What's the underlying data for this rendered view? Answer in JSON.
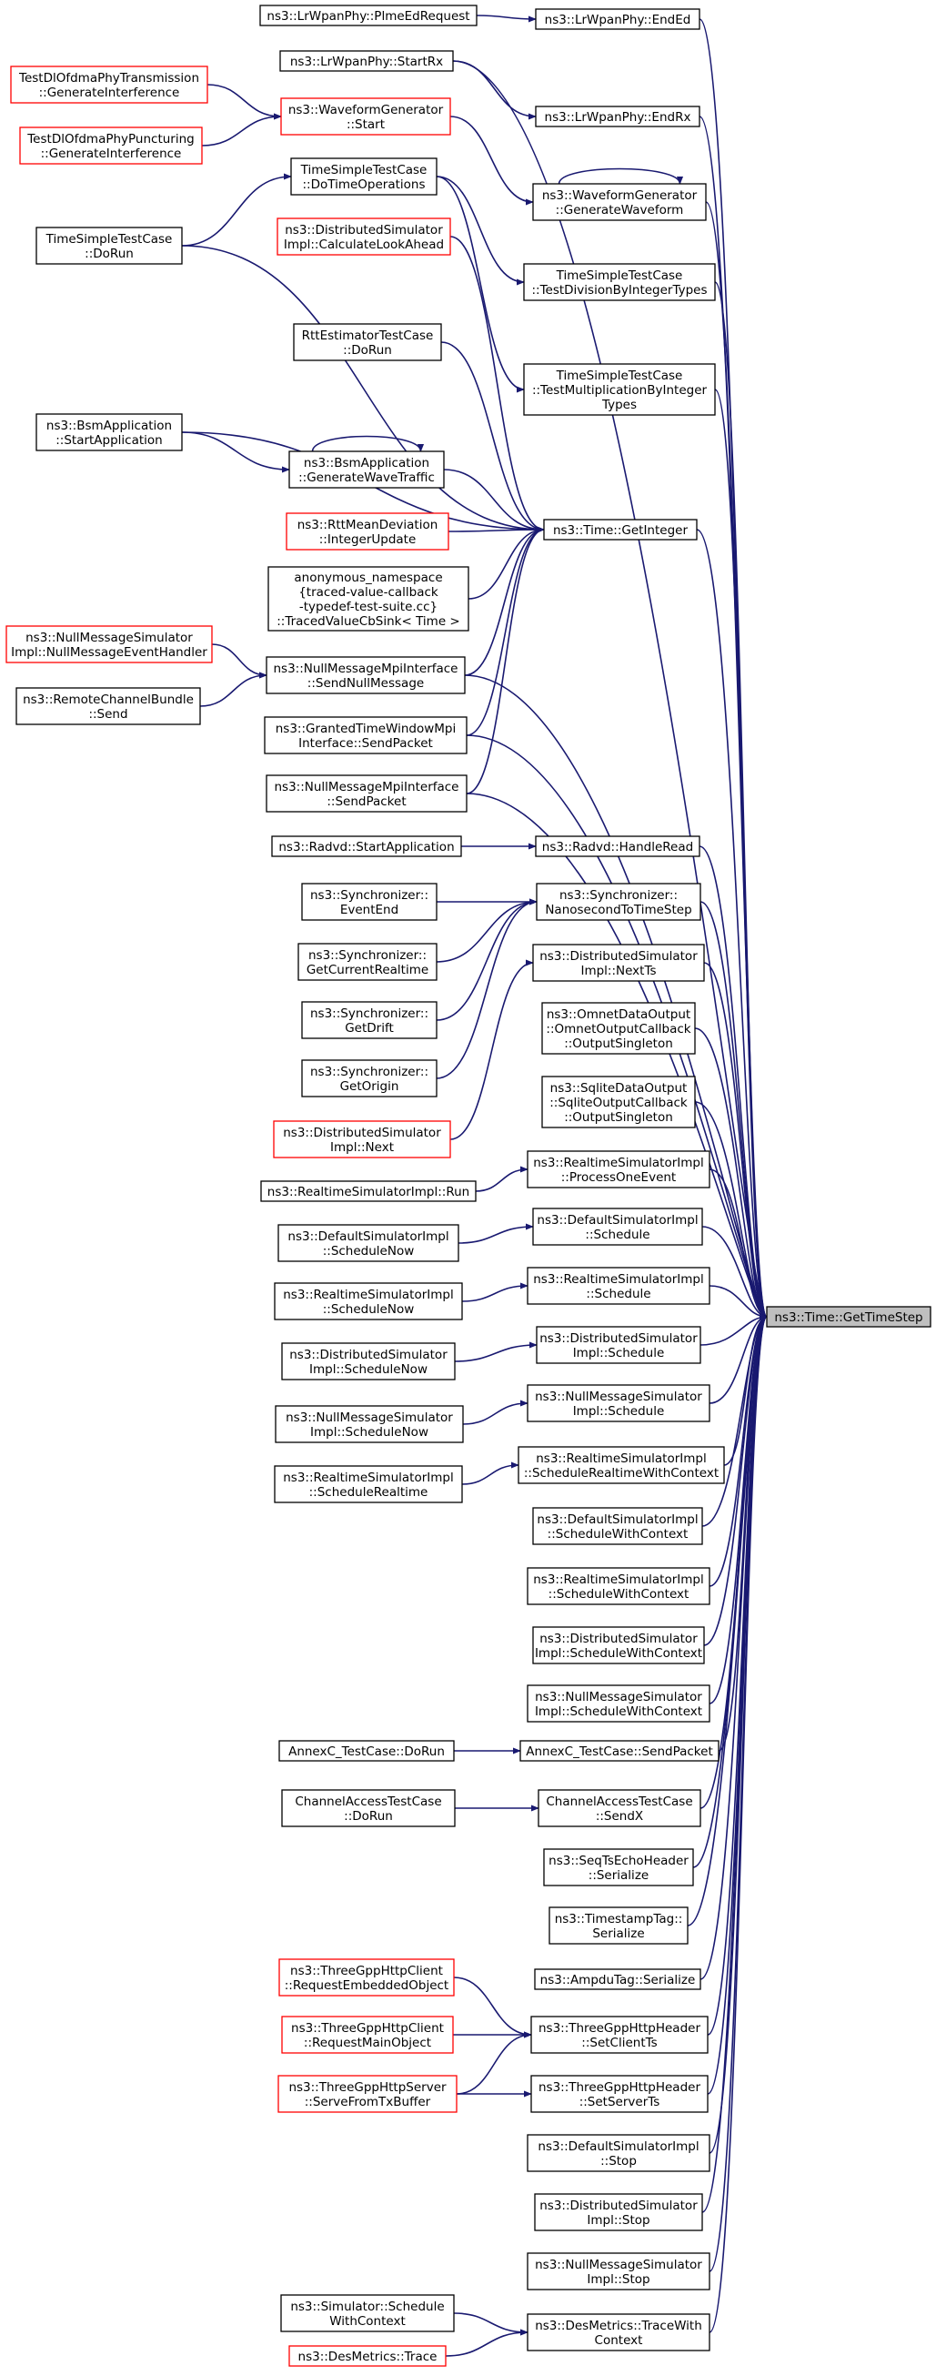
{
  "colors": {
    "edge": "#191970",
    "border_normal": "#000000",
    "border_truncated": "#ff0000",
    "focus_fill": "#bfbfbf",
    "background": "#ffffff"
  },
  "nodes": [
    {
      "id": "n1",
      "lines": [
        "ns3::LrWpanPhy::PlmeEdRequest"
      ],
      "style": "normal"
    },
    {
      "id": "n2",
      "lines": [
        "ns3::LrWpanPhy::EndEd"
      ],
      "style": "normal"
    },
    {
      "id": "n3",
      "lines": [
        "ns3::LrWpanPhy::StartRx"
      ],
      "style": "normal"
    },
    {
      "id": "n4",
      "lines": [
        "TestDlOfdmaPhyTransmission",
        "::GenerateInterference"
      ],
      "style": "truncated"
    },
    {
      "id": "n5",
      "lines": [
        "ns3::WaveformGenerator",
        "::Start"
      ],
      "style": "truncated"
    },
    {
      "id": "n6",
      "lines": [
        "ns3::LrWpanPhy::EndRx"
      ],
      "style": "normal"
    },
    {
      "id": "n7",
      "lines": [
        "TestDlOfdmaPhyPuncturing",
        "::GenerateInterference"
      ],
      "style": "truncated"
    },
    {
      "id": "n8",
      "lines": [
        "TimeSimpleTestCase",
        "::DoTimeOperations"
      ],
      "style": "normal"
    },
    {
      "id": "n9",
      "lines": [
        "ns3::WaveformGenerator",
        "::GenerateWaveform"
      ],
      "style": "normal"
    },
    {
      "id": "n10",
      "lines": [
        "TimeSimpleTestCase",
        "::DoRun"
      ],
      "style": "normal"
    },
    {
      "id": "n11",
      "lines": [
        "ns3::DistributedSimulator",
        "Impl::CalculateLookAhead"
      ],
      "style": "truncated"
    },
    {
      "id": "n12",
      "lines": [
        "TimeSimpleTestCase",
        "::TestDivisionByIntegerTypes"
      ],
      "style": "normal"
    },
    {
      "id": "n13",
      "lines": [
        "RttEstimatorTestCase",
        "::DoRun"
      ],
      "style": "normal"
    },
    {
      "id": "n14",
      "lines": [
        "TimeSimpleTestCase",
        "::TestMultiplicationByInteger",
        "Types"
      ],
      "style": "normal"
    },
    {
      "id": "n15",
      "lines": [
        "ns3::BsmApplication",
        "::StartApplication"
      ],
      "style": "normal"
    },
    {
      "id": "n16",
      "lines": [
        "ns3::BsmApplication",
        "::GenerateWaveTraffic"
      ],
      "style": "normal"
    },
    {
      "id": "n17",
      "lines": [
        "ns3::RttMeanDeviation",
        "::IntegerUpdate"
      ],
      "style": "truncated"
    },
    {
      "id": "n18",
      "lines": [
        "ns3::Time::GetInteger"
      ],
      "style": "normal"
    },
    {
      "id": "n19",
      "lines": [
        "anonymous_namespace",
        "{traced-value-callback",
        "-typedef-test-suite.cc}",
        "::TracedValueCbSink< Time >"
      ],
      "style": "normal"
    },
    {
      "id": "n20",
      "lines": [
        "ns3::NullMessageSimulator",
        "Impl::NullMessageEventHandler"
      ],
      "style": "truncated"
    },
    {
      "id": "n21",
      "lines": [
        "ns3::NullMessageMpiInterface",
        "::SendNullMessage"
      ],
      "style": "normal"
    },
    {
      "id": "n22",
      "lines": [
        "ns3::RemoteChannelBundle",
        "::Send"
      ],
      "style": "normal"
    },
    {
      "id": "n23",
      "lines": [
        "ns3::GrantedTimeWindowMpi",
        "Interface::SendPacket"
      ],
      "style": "normal"
    },
    {
      "id": "n24",
      "lines": [
        "ns3::NullMessageMpiInterface",
        "::SendPacket"
      ],
      "style": "normal"
    },
    {
      "id": "n25",
      "lines": [
        "ns3::Radvd::StartApplication"
      ],
      "style": "normal"
    },
    {
      "id": "n26",
      "lines": [
        "ns3::Radvd::HandleRead"
      ],
      "style": "normal"
    },
    {
      "id": "n27",
      "lines": [
        "ns3::Synchronizer::",
        "EventEnd"
      ],
      "style": "normal"
    },
    {
      "id": "n28",
      "lines": [
        "ns3::Synchronizer::",
        "NanosecondToTimeStep"
      ],
      "style": "normal"
    },
    {
      "id": "n29",
      "lines": [
        "ns3::Synchronizer::",
        "GetCurrentRealtime"
      ],
      "style": "normal"
    },
    {
      "id": "n30",
      "lines": [
        "ns3::DistributedSimulator",
        "Impl::NextTs"
      ],
      "style": "normal"
    },
    {
      "id": "n31",
      "lines": [
        "ns3::Synchronizer::",
        "GetDrift"
      ],
      "style": "normal"
    },
    {
      "id": "n32",
      "lines": [
        "ns3::OmnetDataOutput",
        "::OmnetOutputCallback",
        "::OutputSingleton"
      ],
      "style": "normal"
    },
    {
      "id": "n33",
      "lines": [
        "ns3::Synchronizer::",
        "GetOrigin"
      ],
      "style": "normal"
    },
    {
      "id": "n34",
      "lines": [
        "ns3::SqliteDataOutput",
        "::SqliteOutputCallback",
        "::OutputSingleton"
      ],
      "style": "normal"
    },
    {
      "id": "n35",
      "lines": [
        "ns3::DistributedSimulator",
        "Impl::Next"
      ],
      "style": "truncated"
    },
    {
      "id": "n36",
      "lines": [
        "ns3::RealtimeSimulatorImpl",
        "::ProcessOneEvent"
      ],
      "style": "normal"
    },
    {
      "id": "n37",
      "lines": [
        "ns3::RealtimeSimulatorImpl::Run"
      ],
      "style": "normal"
    },
    {
      "id": "n38",
      "lines": [
        "ns3::DefaultSimulatorImpl",
        "::Schedule"
      ],
      "style": "normal"
    },
    {
      "id": "n39",
      "lines": [
        "ns3::DefaultSimulatorImpl",
        "::ScheduleNow"
      ],
      "style": "normal"
    },
    {
      "id": "n40",
      "lines": [
        "ns3::RealtimeSimulatorImpl",
        "::Schedule"
      ],
      "style": "normal"
    },
    {
      "id": "n41",
      "lines": [
        "ns3::RealtimeSimulatorImpl",
        "::ScheduleNow"
      ],
      "style": "normal"
    },
    {
      "id": "n42",
      "lines": [
        "ns3::Time::GetTimeStep"
      ],
      "style": "focus"
    },
    {
      "id": "n43",
      "lines": [
        "ns3::DistributedSimulator",
        "Impl::Schedule"
      ],
      "style": "normal"
    },
    {
      "id": "n44",
      "lines": [
        "ns3::DistributedSimulator",
        "Impl::ScheduleNow"
      ],
      "style": "normal"
    },
    {
      "id": "n45",
      "lines": [
        "ns3::NullMessageSimulator",
        "Impl::Schedule"
      ],
      "style": "normal"
    },
    {
      "id": "n46",
      "lines": [
        "ns3::NullMessageSimulator",
        "Impl::ScheduleNow"
      ],
      "style": "normal"
    },
    {
      "id": "n47",
      "lines": [
        "ns3::RealtimeSimulatorImpl",
        "::ScheduleRealtimeWithContext"
      ],
      "style": "normal"
    },
    {
      "id": "n48",
      "lines": [
        "ns3::RealtimeSimulatorImpl",
        "::ScheduleRealtime"
      ],
      "style": "normal"
    },
    {
      "id": "n49",
      "lines": [
        "ns3::DefaultSimulatorImpl",
        "::ScheduleWithContext"
      ],
      "style": "normal"
    },
    {
      "id": "n50",
      "lines": [
        "ns3::RealtimeSimulatorImpl",
        "::ScheduleWithContext"
      ],
      "style": "normal"
    },
    {
      "id": "n51",
      "lines": [
        "ns3::DistributedSimulator",
        "Impl::ScheduleWithContext"
      ],
      "style": "normal"
    },
    {
      "id": "n52",
      "lines": [
        "ns3::NullMessageSimulator",
        "Impl::ScheduleWithContext"
      ],
      "style": "normal"
    },
    {
      "id": "n53",
      "lines": [
        "AnnexC_TestCase::DoRun"
      ],
      "style": "normal"
    },
    {
      "id": "n54",
      "lines": [
        "AnnexC_TestCase::SendPacket"
      ],
      "style": "normal"
    },
    {
      "id": "n55",
      "lines": [
        "ChannelAccessTestCase",
        "::DoRun"
      ],
      "style": "normal"
    },
    {
      "id": "n56",
      "lines": [
        "ChannelAccessTestCase",
        "::SendX"
      ],
      "style": "normal"
    },
    {
      "id": "n57",
      "lines": [
        "ns3::SeqTsEchoHeader",
        "::Serialize"
      ],
      "style": "normal"
    },
    {
      "id": "n58",
      "lines": [
        "ns3::TimestampTag::",
        "Serialize"
      ],
      "style": "normal"
    },
    {
      "id": "n59",
      "lines": [
        "ns3::ThreeGppHttpClient",
        "::RequestEmbeddedObject"
      ],
      "style": "truncated"
    },
    {
      "id": "n60",
      "lines": [
        "ns3::AmpduTag::Serialize"
      ],
      "style": "normal"
    },
    {
      "id": "n61",
      "lines": [
        "ns3::ThreeGppHttpClient",
        "::RequestMainObject"
      ],
      "style": "truncated"
    },
    {
      "id": "n62",
      "lines": [
        "ns3::ThreeGppHttpHeader",
        "::SetClientTs"
      ],
      "style": "normal"
    },
    {
      "id": "n63",
      "lines": [
        "ns3::ThreeGppHttpServer",
        "::ServeFromTxBuffer"
      ],
      "style": "truncated"
    },
    {
      "id": "n64",
      "lines": [
        "ns3::ThreeGppHttpHeader",
        "::SetServerTs"
      ],
      "style": "normal"
    },
    {
      "id": "n65",
      "lines": [
        "ns3::DefaultSimulatorImpl",
        "::Stop"
      ],
      "style": "normal"
    },
    {
      "id": "n66",
      "lines": [
        "ns3::DistributedSimulator",
        "Impl::Stop"
      ],
      "style": "normal"
    },
    {
      "id": "n67",
      "lines": [
        "ns3::NullMessageSimulator",
        "Impl::Stop"
      ],
      "style": "normal"
    },
    {
      "id": "n68",
      "lines": [
        "ns3::Simulator::Schedule",
        "WithContext"
      ],
      "style": "normal"
    },
    {
      "id": "n69",
      "lines": [
        "ns3::DesMetrics::TraceWith",
        "Context"
      ],
      "style": "normal"
    },
    {
      "id": "n70",
      "lines": [
        "ns3::DesMetrics::Trace"
      ],
      "style": "truncated"
    }
  ],
  "edges": [
    {
      "from": "n1",
      "to": "n2"
    },
    {
      "from": "n3",
      "to": "n6"
    },
    {
      "from": "n4",
      "to": "n5"
    },
    {
      "from": "n7",
      "to": "n5"
    },
    {
      "from": "n5",
      "to": "n9"
    },
    {
      "from": "n9",
      "to": "n9"
    },
    {
      "from": "n10",
      "to": "n8"
    },
    {
      "from": "n8",
      "to": "n12"
    },
    {
      "from": "n8",
      "to": "n14"
    },
    {
      "from": "n10",
      "to": "n18"
    },
    {
      "from": "n11",
      "to": "n18"
    },
    {
      "from": "n13",
      "to": "n18"
    },
    {
      "from": "n15",
      "to": "n16"
    },
    {
      "from": "n15",
      "to": "n18"
    },
    {
      "from": "n16",
      "to": "n16"
    },
    {
      "from": "n16",
      "to": "n18"
    },
    {
      "from": "n17",
      "to": "n18"
    },
    {
      "from": "n19",
      "to": "n18"
    },
    {
      "from": "n20",
      "to": "n21"
    },
    {
      "from": "n22",
      "to": "n21"
    },
    {
      "from": "n21",
      "to": "n18"
    },
    {
      "from": "n23",
      "to": "n18"
    },
    {
      "from": "n24",
      "to": "n18"
    },
    {
      "from": "n25",
      "to": "n26"
    },
    {
      "from": "n27",
      "to": "n28"
    },
    {
      "from": "n29",
      "to": "n28"
    },
    {
      "from": "n31",
      "to": "n28"
    },
    {
      "from": "n33",
      "to": "n28"
    },
    {
      "from": "n35",
      "to": "n30"
    },
    {
      "from": "n37",
      "to": "n36"
    },
    {
      "from": "n39",
      "to": "n38"
    },
    {
      "from": "n41",
      "to": "n40"
    },
    {
      "from": "n44",
      "to": "n43"
    },
    {
      "from": "n46",
      "to": "n45"
    },
    {
      "from": "n48",
      "to": "n47"
    },
    {
      "from": "n53",
      "to": "n54"
    },
    {
      "from": "n55",
      "to": "n56"
    },
    {
      "from": "n59",
      "to": "n62"
    },
    {
      "from": "n61",
      "to": "n62"
    },
    {
      "from": "n63",
      "to": "n62"
    },
    {
      "from": "n63",
      "to": "n64"
    },
    {
      "from": "n68",
      "to": "n69"
    },
    {
      "from": "n70",
      "to": "n69"
    },
    {
      "from": "n2",
      "to": "n42"
    },
    {
      "from": "n3",
      "to": "n42"
    },
    {
      "from": "n6",
      "to": "n42"
    },
    {
      "from": "n9",
      "to": "n42"
    },
    {
      "from": "n12",
      "to": "n42"
    },
    {
      "from": "n14",
      "to": "n42"
    },
    {
      "from": "n18",
      "to": "n42"
    },
    {
      "from": "n21",
      "to": "n42"
    },
    {
      "from": "n23",
      "to": "n42"
    },
    {
      "from": "n24",
      "to": "n42"
    },
    {
      "from": "n26",
      "to": "n42"
    },
    {
      "from": "n28",
      "to": "n42"
    },
    {
      "from": "n30",
      "to": "n42"
    },
    {
      "from": "n32",
      "to": "n42"
    },
    {
      "from": "n34",
      "to": "n42"
    },
    {
      "from": "n36",
      "to": "n42"
    },
    {
      "from": "n38",
      "to": "n42"
    },
    {
      "from": "n40",
      "to": "n42"
    },
    {
      "from": "n43",
      "to": "n42"
    },
    {
      "from": "n45",
      "to": "n42"
    },
    {
      "from": "n47",
      "to": "n42"
    },
    {
      "from": "n49",
      "to": "n42"
    },
    {
      "from": "n50",
      "to": "n42"
    },
    {
      "from": "n51",
      "to": "n42"
    },
    {
      "from": "n52",
      "to": "n42"
    },
    {
      "from": "n54",
      "to": "n42"
    },
    {
      "from": "n56",
      "to": "n42"
    },
    {
      "from": "n57",
      "to": "n42"
    },
    {
      "from": "n58",
      "to": "n42"
    },
    {
      "from": "n60",
      "to": "n42"
    },
    {
      "from": "n62",
      "to": "n42"
    },
    {
      "from": "n64",
      "to": "n42"
    },
    {
      "from": "n65",
      "to": "n42"
    },
    {
      "from": "n66",
      "to": "n42"
    },
    {
      "from": "n67",
      "to": "n42"
    },
    {
      "from": "n69",
      "to": "n42"
    }
  ]
}
